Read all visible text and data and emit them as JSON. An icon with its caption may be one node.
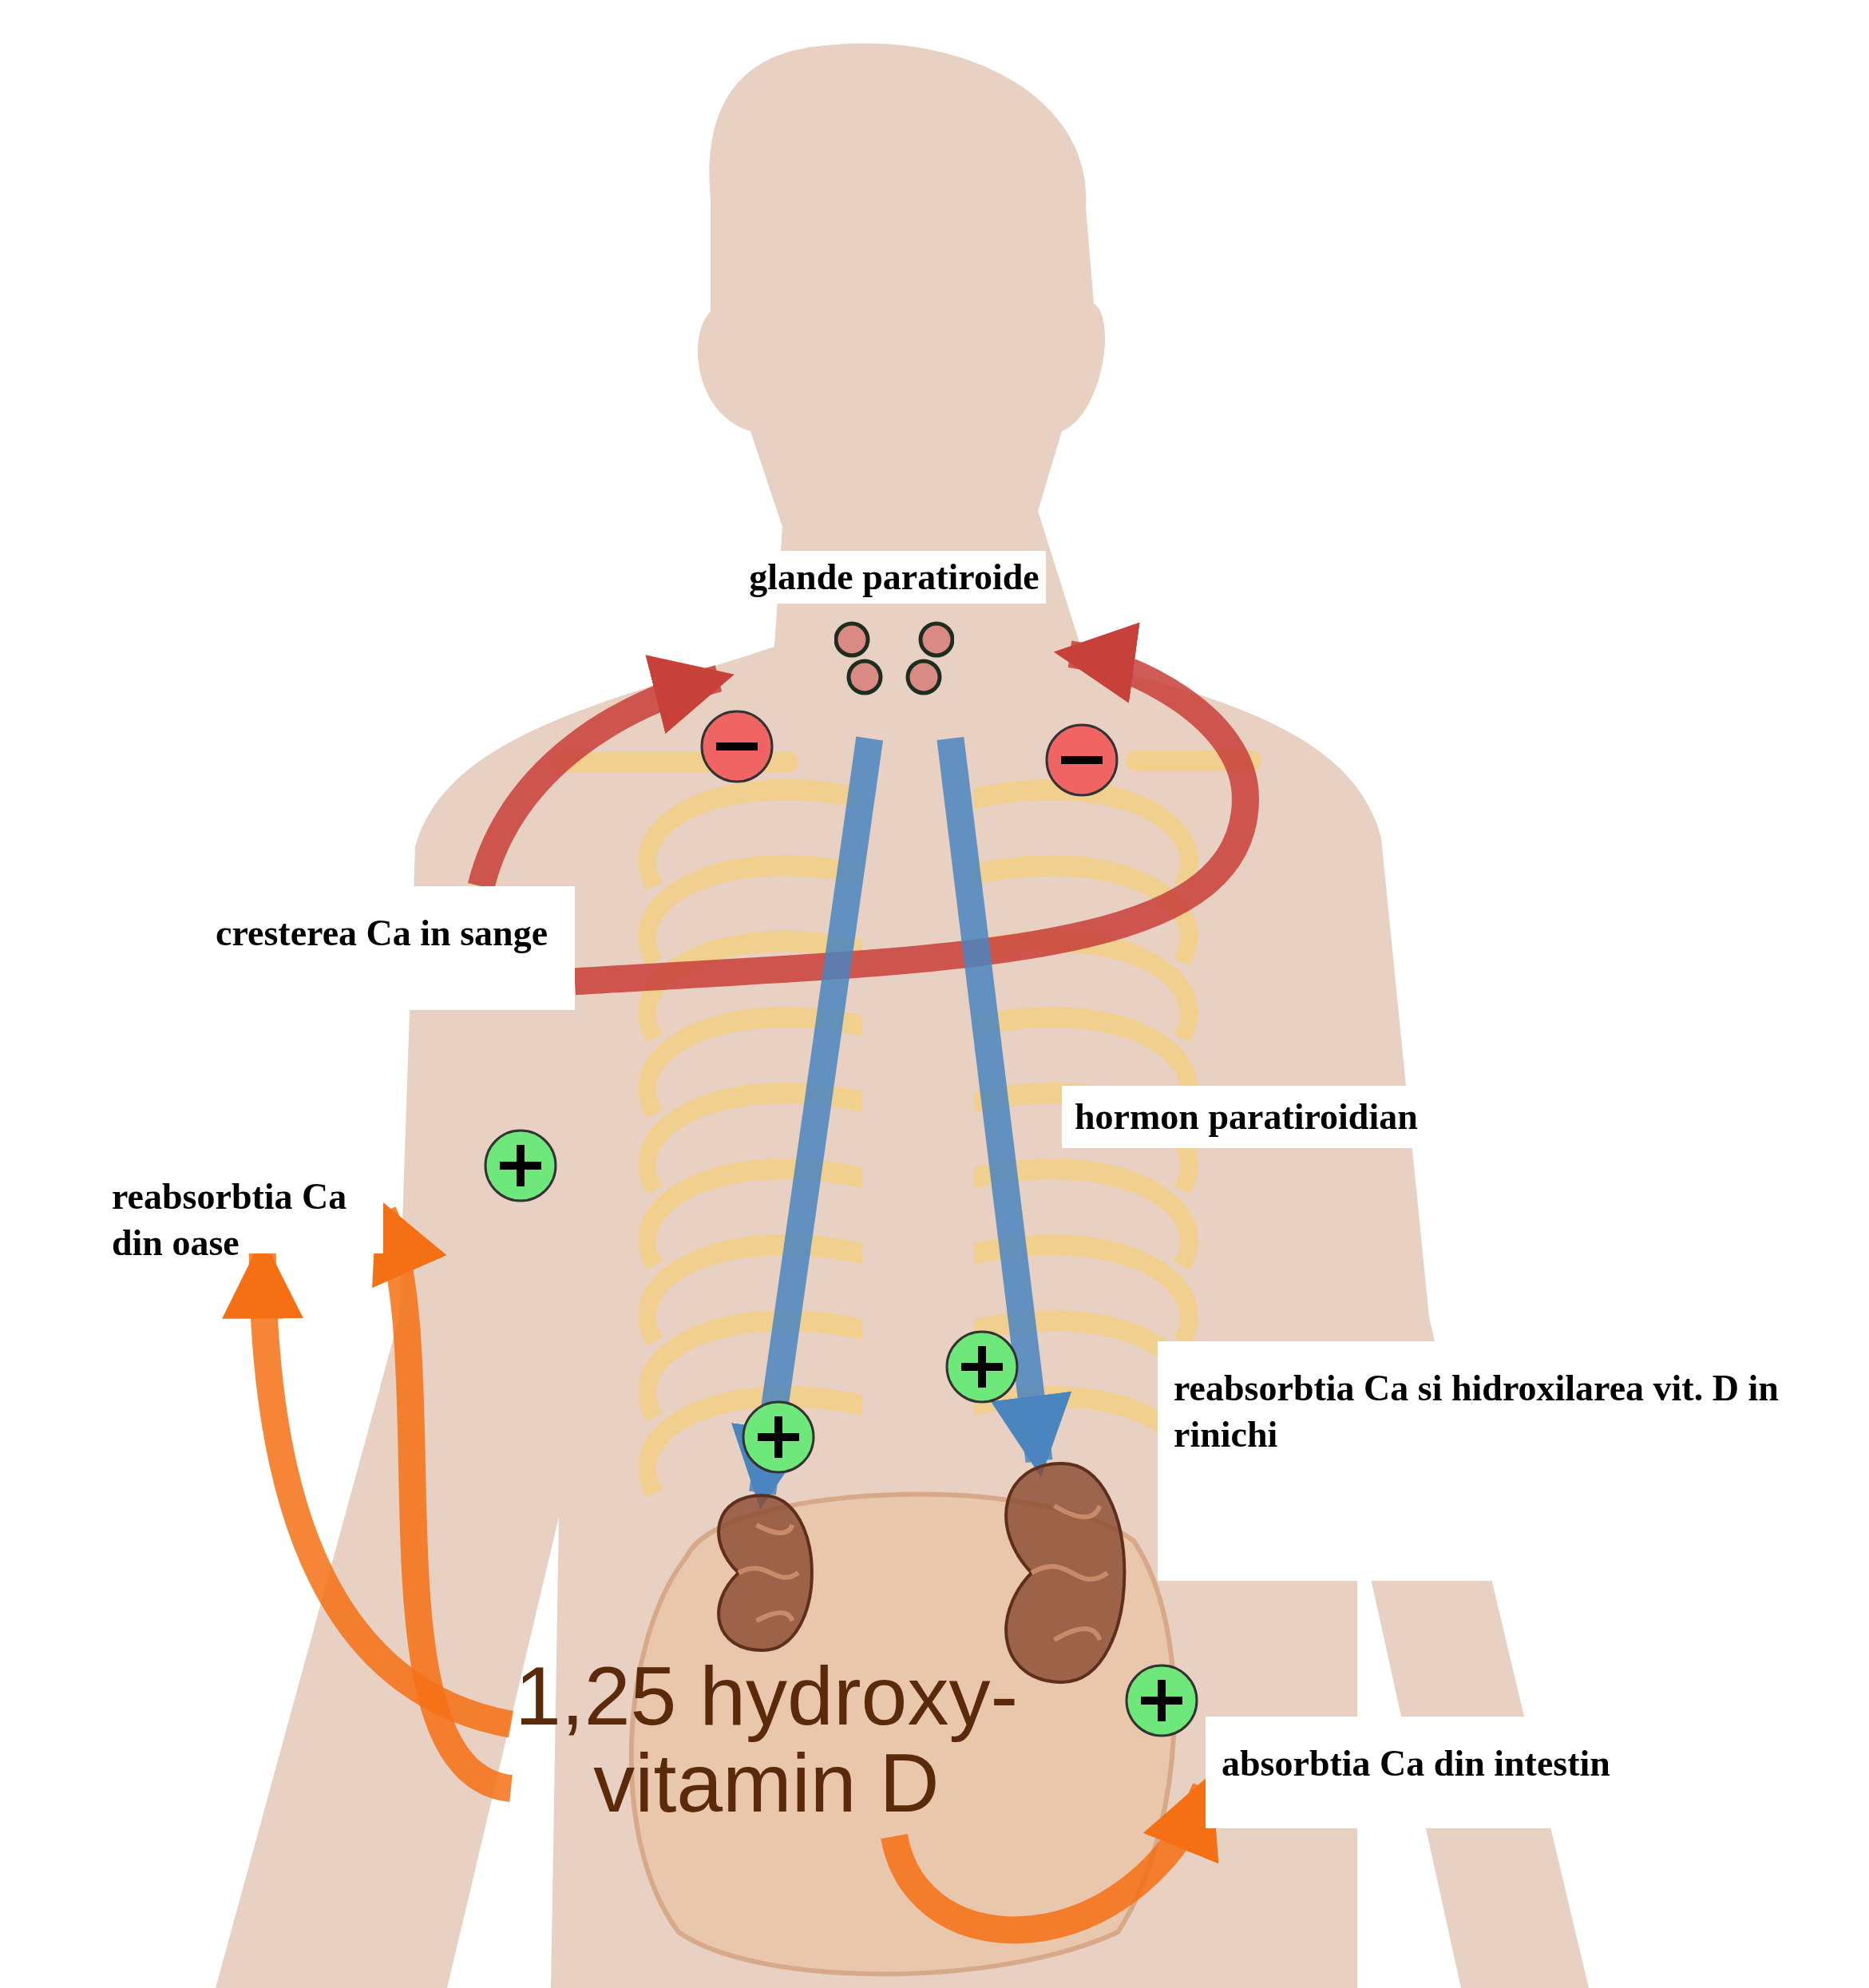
{
  "diagram": {
    "nodes": [
      {
        "text": [
          "glande paratiroide"
        ]
      },
      {
        "text": [
          "cresterea Ca in sange"
        ]
      },
      {
        "text": [
          "reabsorbtia Ca din oase"
        ]
      },
      {
        "text": [
          "reabsorbtia Ca si hidroxilarea vit. D in rinichi"
        ]
      },
      {
        "text": [
          "1,25 hydroxy- vitamin D"
        ]
      },
      {
        "text": [
          "absorbtia Ca din intestin"
        ]
      },
      {
        "text": [],
        "shape": "picture"
      },
      {
        "text": [],
        "shape": "picture"
      }
    ],
    "edges": [
      {
        "from": 1,
        "to": 0,
        "arrow": "to",
        "color": "#c8403a"
      },
      {
        "from": 1,
        "to": 0,
        "arrow": "to",
        "color": "#c8403a"
      },
      {
        "from": 0,
        "to": 6,
        "arrow": "to",
        "color": "#4a85c0"
      },
      {
        "from": 0,
        "to": 7,
        "arrow": "to",
        "color": "#4a85c0"
      },
      {
        "from": 4,
        "to": 2,
        "arrow": "to",
        "color": "#f57014"
      },
      {
        "from": 4,
        "to": 2,
        "arrow": "to",
        "color": "#f57014"
      },
      {
        "from": 4,
        "to": 5,
        "arrow": "to",
        "color": "#f57014"
      }
    ],
    "labels": [
      "hormon paratiroidian"
    ]
  }
}
